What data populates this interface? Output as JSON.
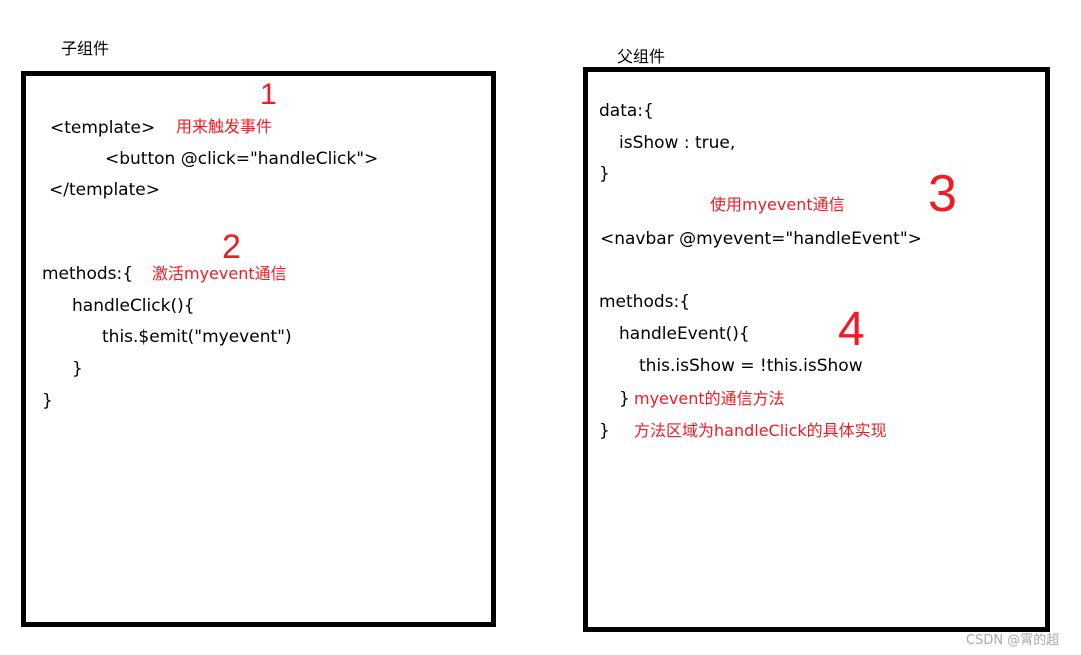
{
  "child": {
    "title": "子组件",
    "code": [
      "<template>",
      "<button @click=\"handleClick\">",
      "</template>",
      "methods:{",
      "handleClick(){",
      "this.$emit(\"myevent\")",
      "}",
      "}"
    ],
    "notes": {
      "n1": "用来触发事件",
      "n2": "激活myevent通信"
    },
    "markers": {
      "m1": "1",
      "m2": "2"
    }
  },
  "parent": {
    "title": "父组件",
    "code": [
      "data:{",
      "isShow : true,",
      "}",
      "<navbar @myevent=\"handleEvent\">",
      "methods:{",
      "handleEvent(){",
      "this.isShow = !this.isShow",
      "}",
      "}"
    ],
    "notes": {
      "n3": "使用myevent通信",
      "n4": "myevent的通信方法",
      "n5": "方法区域为handleClick的具体实现"
    },
    "markers": {
      "m3": "3",
      "m4": "4"
    }
  },
  "colors": {
    "annotation": "#ee1c24",
    "border": "#000000"
  },
  "watermark": "CSDN @霄的超"
}
